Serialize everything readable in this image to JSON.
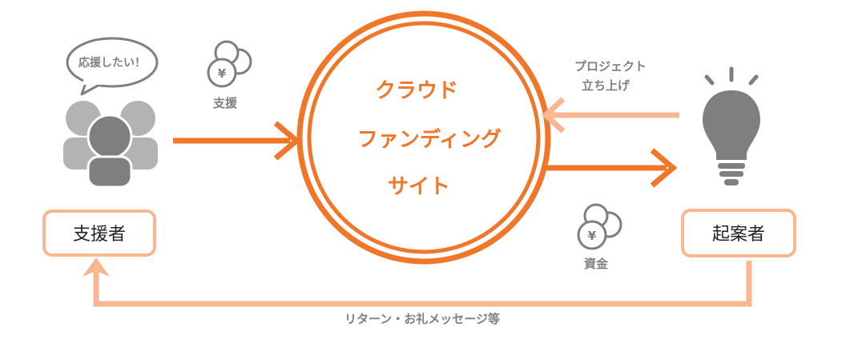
{
  "center": {
    "line1": "クラウド",
    "line2": "ファンディング",
    "line3": "サイト"
  },
  "supporter": {
    "label": "支援者",
    "speech": "応援したい！",
    "arrow_label": "支援",
    "coin_symbol": "¥"
  },
  "entrepreneur": {
    "label": "起案者",
    "arrow_label_line1": "プロジェクト",
    "arrow_label_line2": "立ち上げ",
    "funds_label": "資金",
    "coin_symbol": "¥"
  },
  "bottom": {
    "label": "リターン・お礼メッセージ等"
  },
  "colors": {
    "orange": "#f0772a",
    "light_orange": "#f9b690",
    "gray_light": "#b0b0b0",
    "gray_dark": "#7f7f7f",
    "text_gray": "#7f7f7f"
  }
}
